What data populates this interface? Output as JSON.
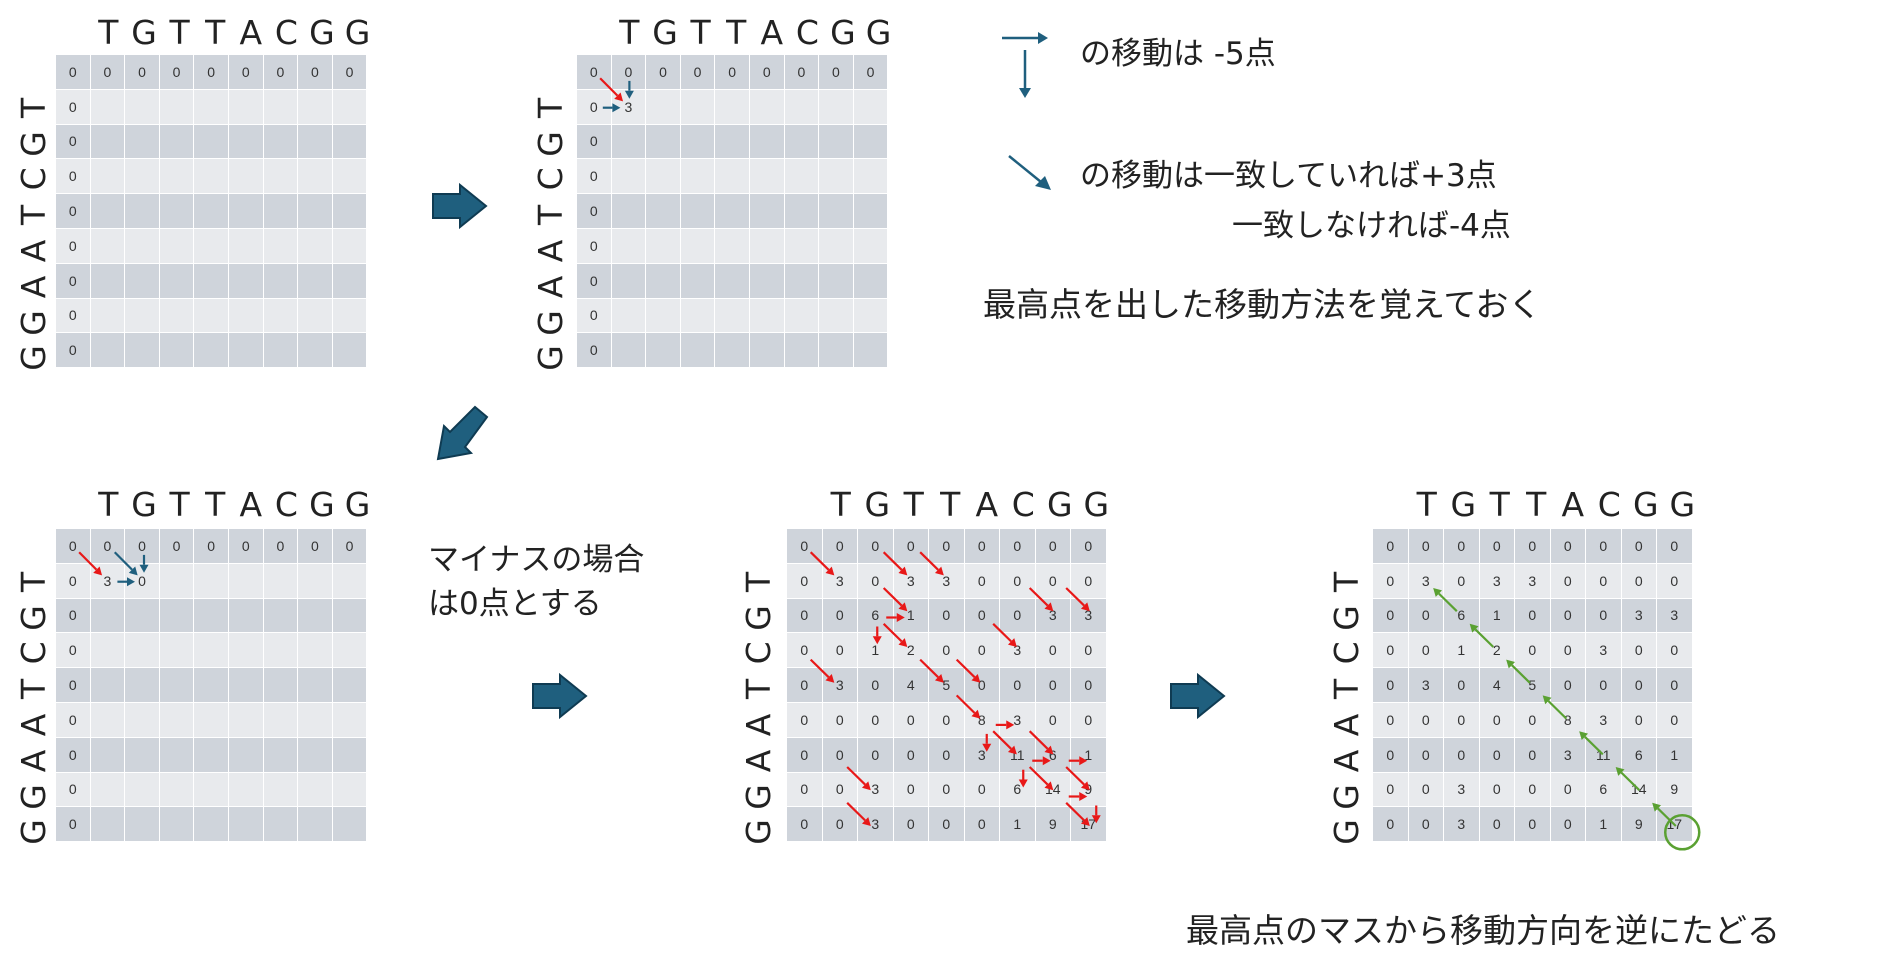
{
  "top_sequence": [
    "T",
    "G",
    "T",
    "T",
    "A",
    "C",
    "G",
    "G"
  ],
  "side_sequence": [
    "T",
    "G",
    "C",
    "T",
    "A",
    "A",
    "G",
    "G"
  ],
  "legend": {
    "horizontal_vertical_text": "の移動は -5点",
    "diagonal_text_line1": "の移動は一致していれば+3点",
    "diagonal_text_line2": "一致しなければ-4点",
    "remember_text": "最高点を出した移動方法を覚えておく",
    "colors": {
      "arrow_blue": "#1f5f7e",
      "arrow_red": "#e81818",
      "arrow_green": "#5aa132",
      "cell_dark": "#cfd4db",
      "cell_light": "#e8eaed"
    }
  },
  "note_negative": [
    "マイナスの場合",
    "は0点とする"
  ],
  "traceback_text": "最高点のマスから移動方向を逆にたどる",
  "panels": [
    {
      "id": "panel1",
      "cells": [
        [
          "0",
          "0",
          "0",
          "0",
          "0",
          "0",
          "0",
          "0",
          "0"
        ],
        [
          "0",
          "",
          "",
          "",
          "",
          "",
          "",
          "",
          ""
        ],
        [
          "0",
          "",
          "",
          "",
          "",
          "",
          "",
          "",
          ""
        ],
        [
          "0",
          "",
          "",
          "",
          "",
          "",
          "",
          "",
          ""
        ],
        [
          "0",
          "",
          "",
          "",
          "",
          "",
          "",
          "",
          ""
        ],
        [
          "0",
          "",
          "",
          "",
          "",
          "",
          "",
          "",
          ""
        ],
        [
          "0",
          "",
          "",
          "",
          "",
          "",
          "",
          "",
          ""
        ],
        [
          "0",
          "",
          "",
          "",
          "",
          "",
          "",
          "",
          ""
        ],
        [
          "0",
          "",
          "",
          "",
          "",
          "",
          "",
          "",
          ""
        ]
      ]
    },
    {
      "id": "panel2",
      "cells": [
        [
          "0",
          "0",
          "0",
          "0",
          "0",
          "0",
          "0",
          "0",
          "0"
        ],
        [
          "0",
          "3",
          "",
          "",
          "",
          "",
          "",
          "",
          ""
        ],
        [
          "0",
          "",
          "",
          "",
          "",
          "",
          "",
          "",
          ""
        ],
        [
          "0",
          "",
          "",
          "",
          "",
          "",
          "",
          "",
          ""
        ],
        [
          "0",
          "",
          "",
          "",
          "",
          "",
          "",
          "",
          ""
        ],
        [
          "0",
          "",
          "",
          "",
          "",
          "",
          "",
          "",
          ""
        ],
        [
          "0",
          "",
          "",
          "",
          "",
          "",
          "",
          "",
          ""
        ],
        [
          "0",
          "",
          "",
          "",
          "",
          "",
          "",
          "",
          ""
        ],
        [
          "0",
          "",
          "",
          "",
          "",
          "",
          "",
          "",
          ""
        ]
      ]
    },
    {
      "id": "panel3",
      "cells": [
        [
          "0",
          "0",
          "0",
          "0",
          "0",
          "0",
          "0",
          "0",
          "0"
        ],
        [
          "0",
          "3",
          "0",
          "",
          "",
          "",
          "",
          "",
          ""
        ],
        [
          "0",
          "",
          "",
          "",
          "",
          "",
          "",
          "",
          ""
        ],
        [
          "0",
          "",
          "",
          "",
          "",
          "",
          "",
          "",
          ""
        ],
        [
          "0",
          "",
          "",
          "",
          "",
          "",
          "",
          "",
          ""
        ],
        [
          "0",
          "",
          "",
          "",
          "",
          "",
          "",
          "",
          ""
        ],
        [
          "0",
          "",
          "",
          "",
          "",
          "",
          "",
          "",
          ""
        ],
        [
          "0",
          "",
          "",
          "",
          "",
          "",
          "",
          "",
          ""
        ],
        [
          "0",
          "",
          "",
          "",
          "",
          "",
          "",
          "",
          ""
        ]
      ]
    },
    {
      "id": "panel4",
      "cells": [
        [
          "0",
          "0",
          "0",
          "0",
          "0",
          "0",
          "0",
          "0",
          "0"
        ],
        [
          "0",
          "3",
          "0",
          "3",
          "3",
          "0",
          "0",
          "0",
          "0"
        ],
        [
          "0",
          "0",
          "6",
          "1",
          "0",
          "0",
          "0",
          "3",
          "3"
        ],
        [
          "0",
          "0",
          "1",
          "2",
          "0",
          "0",
          "3",
          "0",
          "0"
        ],
        [
          "0",
          "3",
          "0",
          "4",
          "5",
          "0",
          "0",
          "0",
          "0"
        ],
        [
          "0",
          "0",
          "0",
          "0",
          "0",
          "8",
          "3",
          "0",
          "0"
        ],
        [
          "0",
          "0",
          "0",
          "0",
          "0",
          "3",
          "11",
          "6",
          "1"
        ],
        [
          "0",
          "0",
          "3",
          "0",
          "0",
          "0",
          "6",
          "14",
          "9"
        ],
        [
          "0",
          "0",
          "3",
          "0",
          "0",
          "0",
          "1",
          "9",
          "17"
        ]
      ]
    },
    {
      "id": "panel5",
      "cells": [
        [
          "0",
          "0",
          "0",
          "0",
          "0",
          "0",
          "0",
          "0",
          "0"
        ],
        [
          "0",
          "3",
          "0",
          "3",
          "3",
          "0",
          "0",
          "0",
          "0"
        ],
        [
          "0",
          "0",
          "6",
          "1",
          "0",
          "0",
          "0",
          "3",
          "3"
        ],
        [
          "0",
          "0",
          "1",
          "2",
          "0",
          "0",
          "3",
          "0",
          "0"
        ],
        [
          "0",
          "3",
          "0",
          "4",
          "5",
          "0",
          "0",
          "0",
          "0"
        ],
        [
          "0",
          "0",
          "0",
          "0",
          "0",
          "8",
          "3",
          "0",
          "0"
        ],
        [
          "0",
          "0",
          "0",
          "0",
          "0",
          "3",
          "11",
          "6",
          "1"
        ],
        [
          "0",
          "0",
          "3",
          "0",
          "0",
          "0",
          "6",
          "14",
          "9"
        ],
        [
          "0",
          "0",
          "3",
          "0",
          "0",
          "0",
          "1",
          "9",
          "17"
        ]
      ]
    }
  ]
}
